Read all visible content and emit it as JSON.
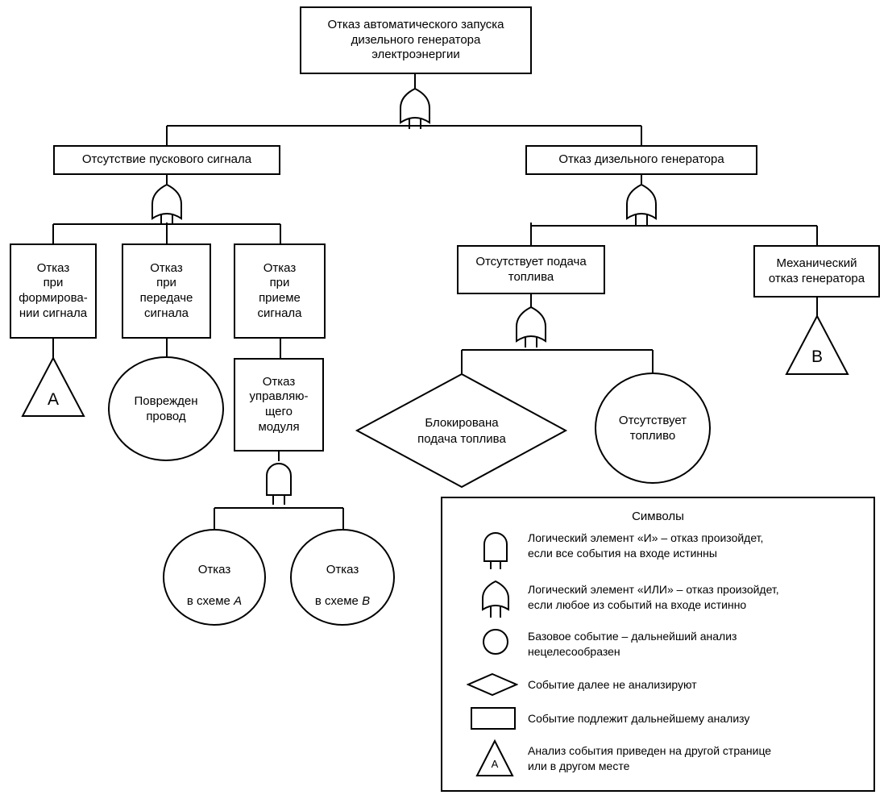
{
  "top_event": "Отказ автоматического запуска\nдизельного генератора\nэлектроэнергии",
  "no_start_signal": "Отсутствие пускового сигнала",
  "diesel_failure": "Отказ дизельного генератора",
  "fail_forming": "Отказ\nпри\nформирова-\nнии сигнала",
  "fail_transmit": "Отказ\nпри\nпередаче\nсигнала",
  "fail_receive": "Отказ\nпри\nприеме\nсигнала",
  "no_fuel_supply": "Отсутствует подача\nтоплива",
  "mechanical_failure": "Механический\nотказ генератора",
  "control_module_failure": "Отказ\nуправляю-\nщего\nмодуля",
  "damaged_wire": "Поврежден\nпровод",
  "fuel_blocked": "Блокирована\nподача топлива",
  "no_fuel": "Отсутствует\nтопливо",
  "circuit_a_failure": {
    "line1": "Отказ",
    "line2": "в схеме ",
    "letter": "A"
  },
  "circuit_b_failure": {
    "line1": "Отказ",
    "line2": "в схеме ",
    "letter": "B"
  },
  "transfer_a": "A",
  "transfer_b": "B",
  "legend": {
    "title": "Символы",
    "and_gate": "Логический элемент «И» – отказ произойдет,\nесли все события на входе истинны",
    "or_gate": "Логический элемент «ИЛИ» – отказ произойдет,\nесли любое из событий на входе истинно",
    "basic_event": "Базовое событие – дальнейший анализ\nнецелесообразен",
    "undeveloped_event": "Событие далее не анализируют",
    "intermediate_event": "Событие подлежит дальнейшему анализу",
    "transfer": "Анализ события приведен на другой странице\nили в другом месте",
    "transfer_letter": "A"
  }
}
